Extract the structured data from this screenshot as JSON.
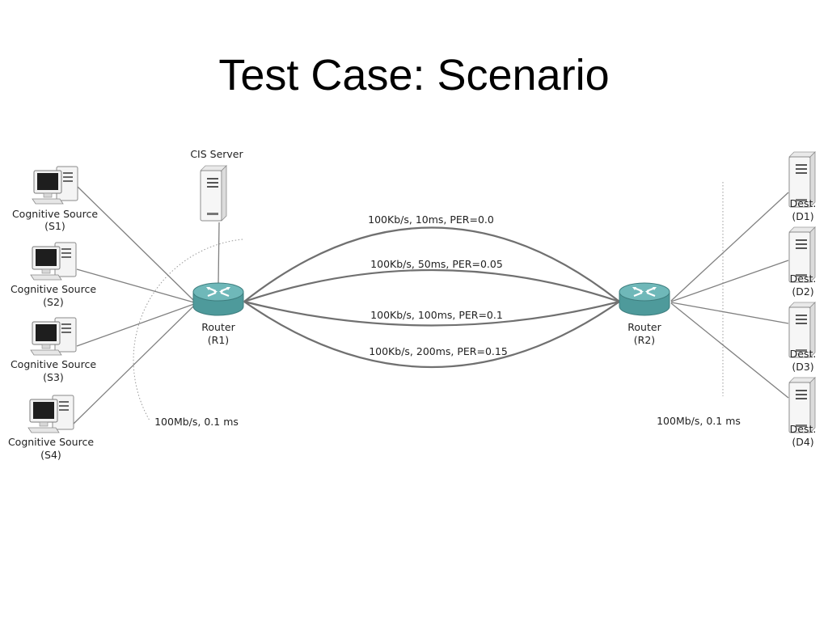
{
  "slide": {
    "title": "Test Case: Scenario"
  },
  "nodes": {
    "sources": [
      {
        "label": "Cognitive Source",
        "id_label": "(S1)"
      },
      {
        "label": "Cognitive Source",
        "id_label": "(S2)"
      },
      {
        "label": "Cognitive Source",
        "id_label": "(S3)"
      },
      {
        "label": "Cognitive Source",
        "id_label": "(S4)"
      }
    ],
    "server": {
      "label": "CIS Server"
    },
    "router1": {
      "label": "Router",
      "id_label": "(R1)"
    },
    "router2": {
      "label": "Router",
      "id_label": "(R2)"
    },
    "destinations": [
      {
        "label": "Dest.",
        "id_label": "(D1)"
      },
      {
        "label": "Dest.",
        "id_label": "(D2)"
      },
      {
        "label": "Dest.",
        "id_label": "(D3)"
      },
      {
        "label": "Dest.",
        "id_label": "(D4)"
      }
    ]
  },
  "links": {
    "paths": [
      {
        "label": "100Kb/s, 10ms, PER=0.0"
      },
      {
        "label": "100Kb/s, 50ms, PER=0.05"
      },
      {
        "label": "100Kb/s, 100ms, PER=0.1"
      },
      {
        "label": "100Kb/s, 200ms, PER=0.15"
      }
    ],
    "left_access": "100Mb/s, 0.1 ms",
    "right_access": "100Mb/s, 0.1 ms"
  },
  "colors": {
    "router_teal": "#5fa9aa",
    "link_gray": "#808080",
    "path_gray": "#707070"
  }
}
